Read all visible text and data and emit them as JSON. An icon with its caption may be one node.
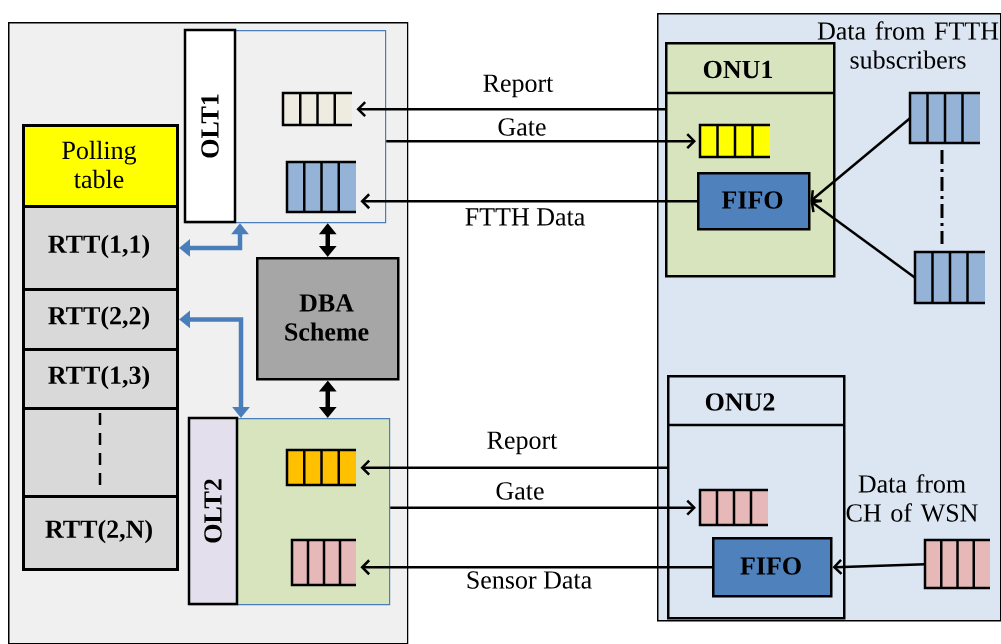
{
  "diagram": {
    "nodes": [
      {
        "text": [],
        "shape": "box"
      },
      {
        "text": [
          "OLT1"
        ],
        "in": 0
      },
      {
        "text": [],
        "shape": "box",
        "in": 1
      },
      {
        "text": [],
        "shape": "box",
        "in": 1
      },
      {
        "text": [
          "DBA Scheme"
        ],
        "in": 0
      },
      {
        "text": [
          "OLT2"
        ],
        "in": 0
      },
      {
        "text": [],
        "shape": "box",
        "in": 5
      },
      {
        "text": [],
        "shape": "box",
        "in": 5
      },
      {
        "text": [
          "Polling table"
        ],
        "in": 0
      },
      {
        "text": [
          "RTT(1,1)"
        ],
        "in": 0
      },
      {
        "text": [
          "RTT(2,2)"
        ],
        "in": 0
      },
      {
        "text": [
          "RTT(1,3)"
        ],
        "in": 0
      },
      {
        "text": [],
        "shape": "box",
        "in": 0
      },
      {
        "text": [
          "RTT(2,N)"
        ],
        "in": 0
      },
      {
        "text": [],
        "shape": "box"
      },
      {
        "text": [
          "ONU1"
        ],
        "in": 14
      },
      {
        "text": [],
        "shape": "box",
        "in": 15
      },
      {
        "text": [
          "FIFO"
        ],
        "in": 15
      },
      {
        "text": [],
        "shape": "box",
        "in": 14
      },
      {
        "text": [],
        "shape": "box",
        "in": 14
      },
      {
        "text": [
          "ONU2"
        ],
        "in": 14
      },
      {
        "text": [],
        "shape": "box",
        "in": 20
      },
      {
        "text": [
          "FIFO"
        ],
        "in": 20
      },
      {
        "text": [],
        "shape": "box",
        "in": 14
      }
    ],
    "edges": [
      {
        "from": 15,
        "to": 2,
        "arrow": "to",
        "label": "Report"
      },
      {
        "from": 1,
        "to": 16,
        "arrow": "to",
        "label": "Gate"
      },
      {
        "from": 17,
        "to": 3,
        "arrow": "to",
        "label": "FTTH Data"
      },
      {
        "from": 18,
        "to": 17,
        "arrow": "to"
      },
      {
        "from": 19,
        "to": 17,
        "arrow": "to"
      },
      {
        "from": 20,
        "to": 6,
        "arrow": "to",
        "label": "Report"
      },
      {
        "from": 5,
        "to": 21,
        "arrow": "to",
        "label": "Gate"
      },
      {
        "from": 22,
        "to": 7,
        "arrow": "to",
        "label": "Sensor Data"
      },
      {
        "from": 23,
        "to": 22,
        "arrow": "to"
      },
      {
        "from": 1,
        "to": 4,
        "arrow": "both",
        "style": "thick"
      },
      {
        "from": 4,
        "to": 5,
        "arrow": "both",
        "style": "thick"
      },
      {
        "from": 9,
        "to": 1,
        "arrow": "both",
        "style": "thick",
        "color": "#4a7ebb"
      },
      {
        "from": 10,
        "to": 5,
        "arrow": "both",
        "style": "thick",
        "color": "#4a7ebb"
      }
    ],
    "labels": [
      "Data from FTTH subscribers",
      "Data from CH of WSN"
    ]
  }
}
